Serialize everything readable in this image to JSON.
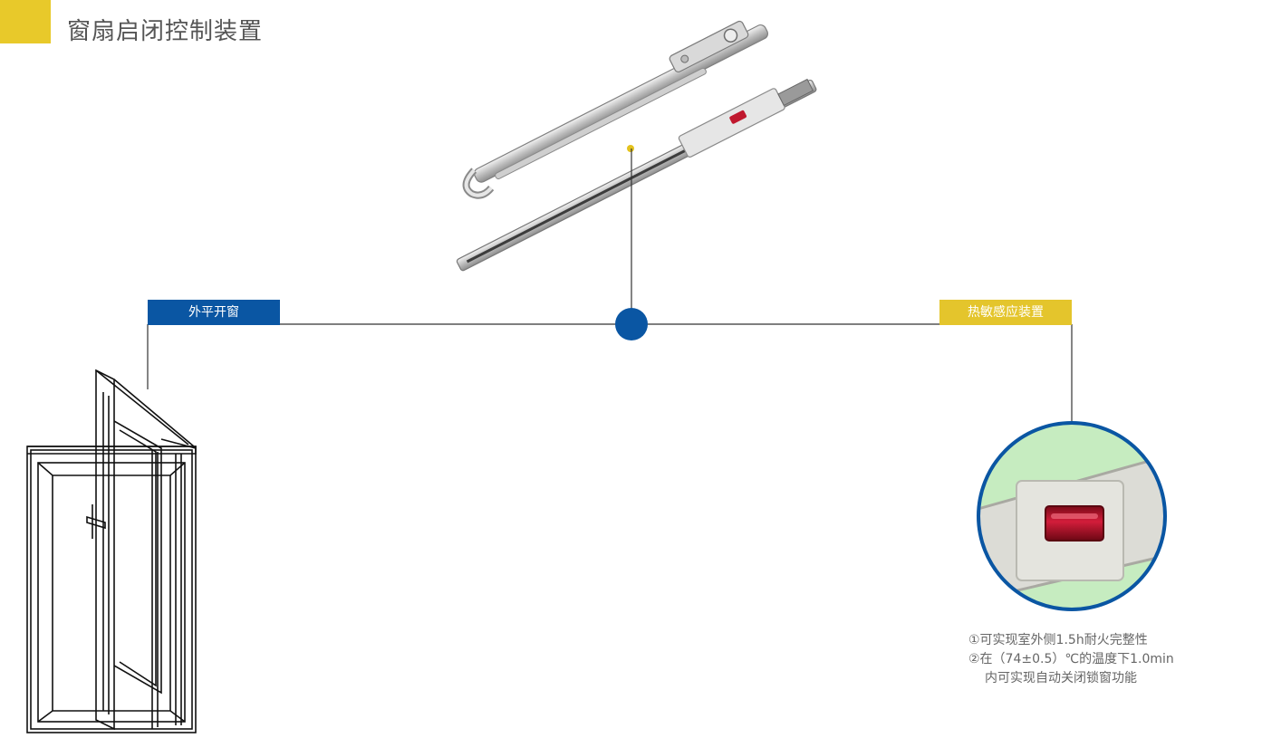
{
  "header": {
    "title": "窗扇启闭控制装置"
  },
  "labels": {
    "left": "外平开窗",
    "right": "热敏感应装置"
  },
  "notes": {
    "line1": "①可实现室外侧1.5h耐火完整性",
    "line2": "②在（74±0.5）℃的温度下1.0min",
    "line3": "内可实现自动关闭锁窗功能"
  },
  "colors": {
    "accent_yellow": "#e8c92a",
    "brand_blue": "#0a56a3",
    "label_yellow": "#e4c52c",
    "sensor_red": "#b0102a",
    "sensor_bg_green": "#c6ecc0"
  },
  "icons": {
    "hardware": "window-stay-arm-image",
    "window": "casement-window-drawing",
    "sensor": "thermal-sensor-closeup"
  }
}
